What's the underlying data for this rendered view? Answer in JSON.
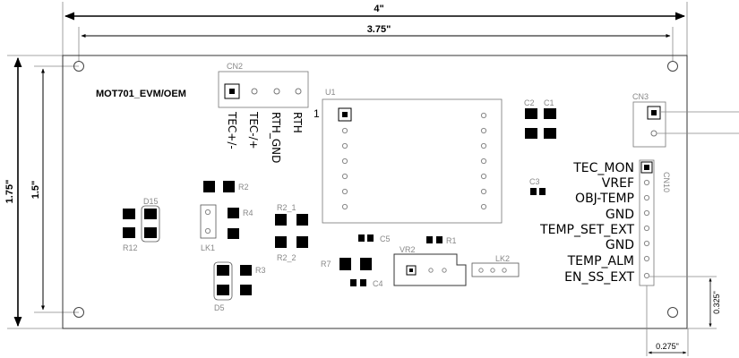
{
  "dimensions": {
    "overall_width": "4\"",
    "hole_spacing_x": "3.75\"",
    "overall_height": "1.75\"",
    "hole_spacing_y": "1.5\"",
    "cn10_offset_y": "0.325\"",
    "cn10_offset_x": "0.275\""
  },
  "board": {
    "title": "MOT701_EVM/OEM"
  },
  "cn2": {
    "ref": "CN2",
    "pins": [
      "TEC+/-",
      "TEC-/+",
      "RTH_GND",
      "RTH"
    ]
  },
  "u1": {
    "ref": "U1",
    "pin1": "1"
  },
  "cn3": {
    "ref": "CN3"
  },
  "cn10": {
    "ref": "CN10",
    "pins": [
      "TEC_MON",
      "VREF",
      "OBJ-TEMP",
      "GND",
      "TEMP_SET_EXT",
      "GND",
      "TEMP_ALM",
      "EN_SS_EXT"
    ]
  },
  "refdes": {
    "c1": "C1",
    "c2": "C2",
    "c3": "C3",
    "c4": "C4",
    "c5": "C5",
    "r1": "R1",
    "r2": "R2",
    "r3": "R3",
    "r4": "R4",
    "r7": "R7",
    "r12": "R12",
    "r2_1": "R2_1",
    "r2_2": "R2_2",
    "d5": "D5",
    "d15": "D15",
    "lk1": "LK1",
    "lk2": "LK2",
    "vr2": "VR2"
  }
}
